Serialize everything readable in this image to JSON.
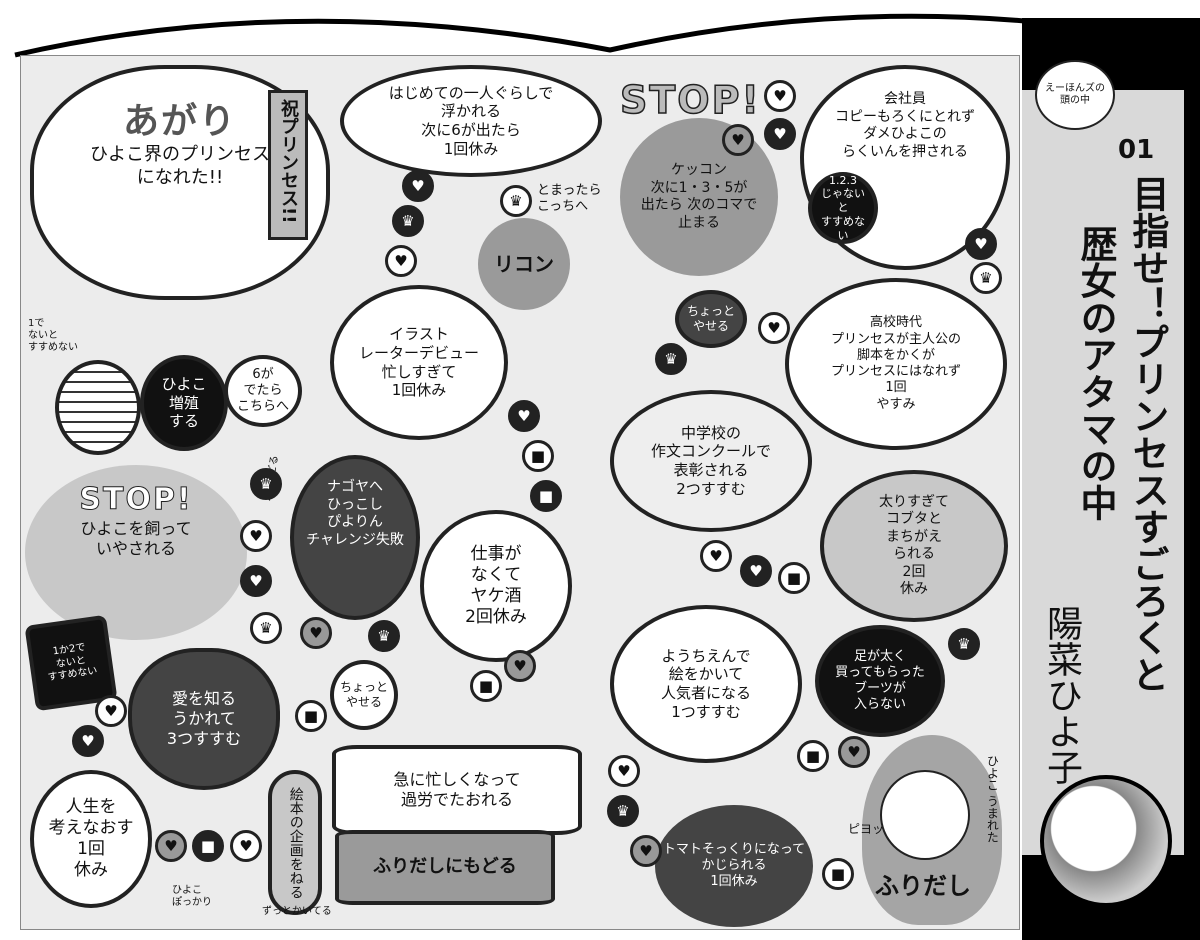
{
  "sidebar": {
    "series_label": "えーほんズの",
    "series_sub": "頭の中",
    "number": "01",
    "title_line1": "目指せ！プリンセスすごろくと",
    "title_line2": "歴女のアタマの中",
    "author": "陽菜ひよ子"
  },
  "goal": {
    "title": "あがり",
    "text": "ひよこ界のプリンセス\nになれた!!",
    "banner": "祝プリンセス!!"
  },
  "spaces": {
    "hitorigurashi": "はじめての一人ぐらしで\n浮かれる\n次に6が出たら\n1回休み",
    "tomattara": "とまったら\nこっちへ",
    "rikon": "リコン",
    "illustrator": "イラスト\nレーターデビュー\n忙しすぎて\n1回休み",
    "zoushoku": "ひよこ\n増殖\nする",
    "six_arrow": "6が\nでたら\nこちらへ",
    "one_only": "1で\nないと\nすすめない",
    "stop1_title": "STOP!",
    "stop1_text": "ひよこを飼って\nいやされる",
    "nagoya": "ナゴヤへ\nひっこし\nぴよりん\nチャレンジ失敗",
    "nagoya_note": "2つもどる",
    "yakezake": "仕事が\nなくて\nヤケ酒\n2回休み",
    "one_two": "1か2で\nないと\nすすめない",
    "ai": "愛を知る\nうかれて\n3つすすむ",
    "chotto1": "ちょっと\nやせる",
    "jinsei": "人生を\n考えなおす\n1回\n休み",
    "ehon": "絵本の企画をねる",
    "karou": "急に忙しくなって\n過労でたおれる",
    "furidashi_back": "ふりだしにもどる",
    "hiyoko_pokkari": "ひよこ\nぽっかり",
    "zutto": "ずっとかいてる",
    "stop2_title": "STOP!",
    "kekkon": "ケッコン\n次に1・3・5が\n出たら 次のコマで\n止まる",
    "kaishain": "会社員\nコピーもろくにとれず\nダメひよこの\nらくいんを押される",
    "one23": "1.2.3\nじゃないと\nすすめない",
    "chotto2": "ちょっと\nやせる",
    "koukou": "高校時代\nプリンセスが主人公の\n脚本をかくが\nプリンセスにはなれず\n1回\nやすみ",
    "chugaku": "中学校の\n作文コンクールで\n表彰される\n2つすすむ",
    "futori": "太りすぎて\nコブタと\nまちがえ\nられる\n2回\n休み",
    "youchien": "ようちえんで\n絵をかいて\n人気者になる\n1つすすむ",
    "ashi": "足が太く\n買ってもらった\nブーツが\n入らない",
    "tomato": "トマトそっくりになって\nかじられる\n1回休み",
    "umareta": "ひよこ うまれた",
    "piyo": "ピヨッ",
    "furidashi": "ふりだし"
  }
}
